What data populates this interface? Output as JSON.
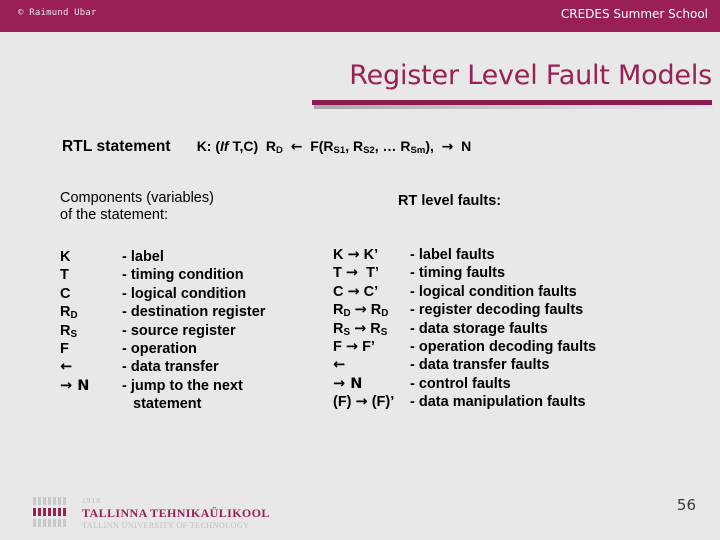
{
  "header": {
    "copyright": "© Raimund Ubar",
    "course": "CREDES Summer School",
    "bar_color": "#9a1f55"
  },
  "slide": {
    "title": "Register Level Fault Models",
    "title_color": "#9a1f55",
    "background_color": "#e8e8e8"
  },
  "rtl": {
    "label": "RTL statement",
    "formula_plain": "K: (If T,C)  R D  ←  F(R S1 , R S2 , … R Sm ),  → N",
    "formula_parts": {
      "k": "K: (",
      "if": "If",
      "tc": " T,C)",
      "rd": "R",
      "rd_sub": "D",
      "left_arrow": "←",
      "f_open": "F(R",
      "s1": "S1",
      "comma1": ", R",
      "s2": "S2",
      "ellipsis": ", … R",
      "sm": "Sm",
      "close": "),",
      "right_arrow": "→",
      "n": "N"
    }
  },
  "components": {
    "heading_line1": "Components (variables)",
    "heading_line2": "of the statement:",
    "rows": [
      {
        "symbol": "K",
        "symbol_sub": "",
        "description": "- label"
      },
      {
        "symbol": "T",
        "symbol_sub": "",
        "description": "- timing condition"
      },
      {
        "symbol": "C",
        "symbol_sub": "",
        "description": "- logical condition"
      },
      {
        "symbol": "R",
        "symbol_sub": "D",
        "description": "- destination register"
      },
      {
        "symbol": "R",
        "symbol_sub": "S",
        "description": "- source register"
      },
      {
        "symbol": "F",
        "symbol_sub": "",
        "description": "- operation"
      },
      {
        "symbol": "←",
        "symbol_sub": "",
        "description": "- data transfer"
      },
      {
        "symbol": "→ N",
        "symbol_sub": "",
        "description": "- jump to the next"
      }
    ],
    "continuation": "statement"
  },
  "faults": {
    "heading": "RT level faults:",
    "rows": [
      {
        "mapping": "K → K'",
        "description": "- label faults"
      },
      {
        "mapping": "T →  T'",
        "description": "- timing faults"
      },
      {
        "mapping": "C → C'",
        "description": "- logical condition faults"
      },
      {
        "mapping": "R D → R D",
        "description": "- register decoding faults"
      },
      {
        "mapping": "R S → R S",
        "description": "- data storage faults"
      },
      {
        "mapping": "F → F'",
        "description": "- operation decoding faults"
      },
      {
        "mapping": "←",
        "description": "- data transfer faults"
      },
      {
        "mapping": "→ N",
        "description": "- control faults"
      },
      {
        "mapping": "(F) → (F)'",
        "description": "- data manipulation faults"
      }
    ]
  },
  "footer": {
    "logo_year": "1918",
    "logo_name_et": "TALLINNA TEHNIKAÜLIKOOL",
    "logo_name_en": "TALLINN UNIVERSITY OF TECHNOLOGY",
    "page_number": "56"
  }
}
